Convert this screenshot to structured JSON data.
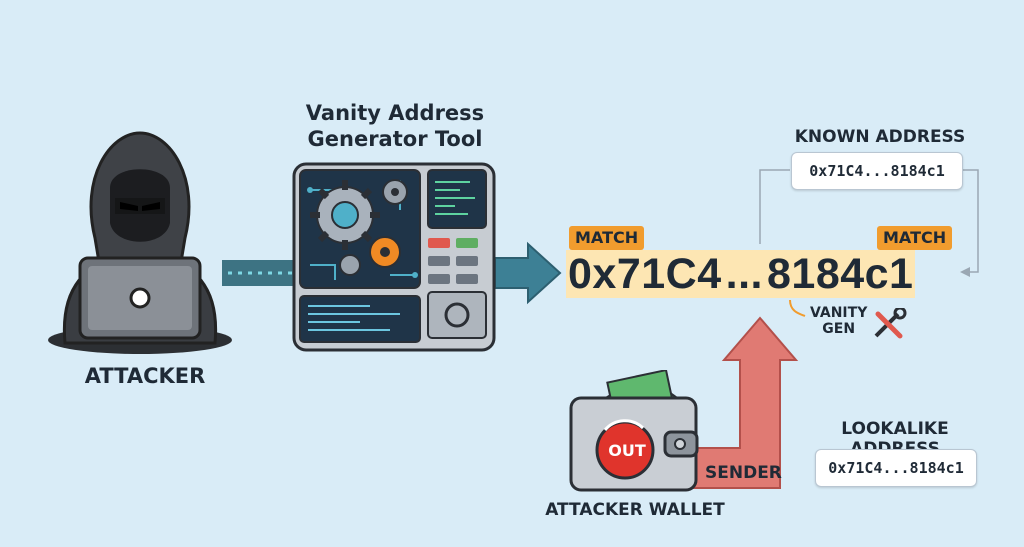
{
  "tool": {
    "title_line1": "Vanity Address",
    "title_line2": "Generator Tool"
  },
  "attacker": {
    "label": "ATTACKER"
  },
  "known": {
    "title": "KNOWN ADDRESS",
    "address": "0x71C4...8184c1"
  },
  "lookalike": {
    "title": "LOOKALIKE ADDRESS",
    "address": "0x71C4...8184c1"
  },
  "match": {
    "left": "MATCH",
    "right": "MATCH"
  },
  "generated": {
    "prefix": "0x71C4",
    "middle": "...",
    "suffix": "8184c1"
  },
  "vanity_gen": {
    "line1": "VANITY",
    "line2": "GEN"
  },
  "sender": {
    "label": "SENDER"
  },
  "wallet": {
    "label": "ATTACKER WALLET",
    "badge": "OUT"
  },
  "colors": {
    "background": "#d9ecf7",
    "match_orange": "#f19c2e",
    "highlight": "#fde6b3",
    "arrow_teal": "#3d8095",
    "arrow_red": "#e07a73"
  }
}
